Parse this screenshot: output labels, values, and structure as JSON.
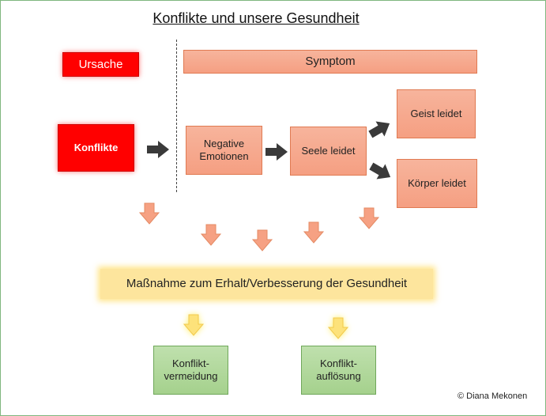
{
  "title": "Konflikte und unsere Gesundheit",
  "nodes": {
    "ursache": "Ursache",
    "symptom": "Symptom",
    "konflikte": "Konflikte",
    "negative_emotionen": "Negative\nEmotionen",
    "seele_leidet": "Seele leidet",
    "geist_leidet": "Geist leidet",
    "koerper_leidet": "Körper leidet",
    "massnahme": "Maßnahme zum Erhalt/Verbesserung der Gesundheit",
    "konflikt_vermeidung": "Konflikt-\nvermeidung",
    "konflikt_aufloesung": "Konflikt-\nauflösung"
  },
  "copyright": "© Diana Mekonen",
  "colors": {
    "red": "#ff0000",
    "salmon": "#f7a68a",
    "salmon_border": "#e07a52",
    "green": "#b5da9f",
    "yellow": "#fde59d",
    "dark_arrow": "#3a3a3a",
    "frame": "#7fb77e"
  }
}
